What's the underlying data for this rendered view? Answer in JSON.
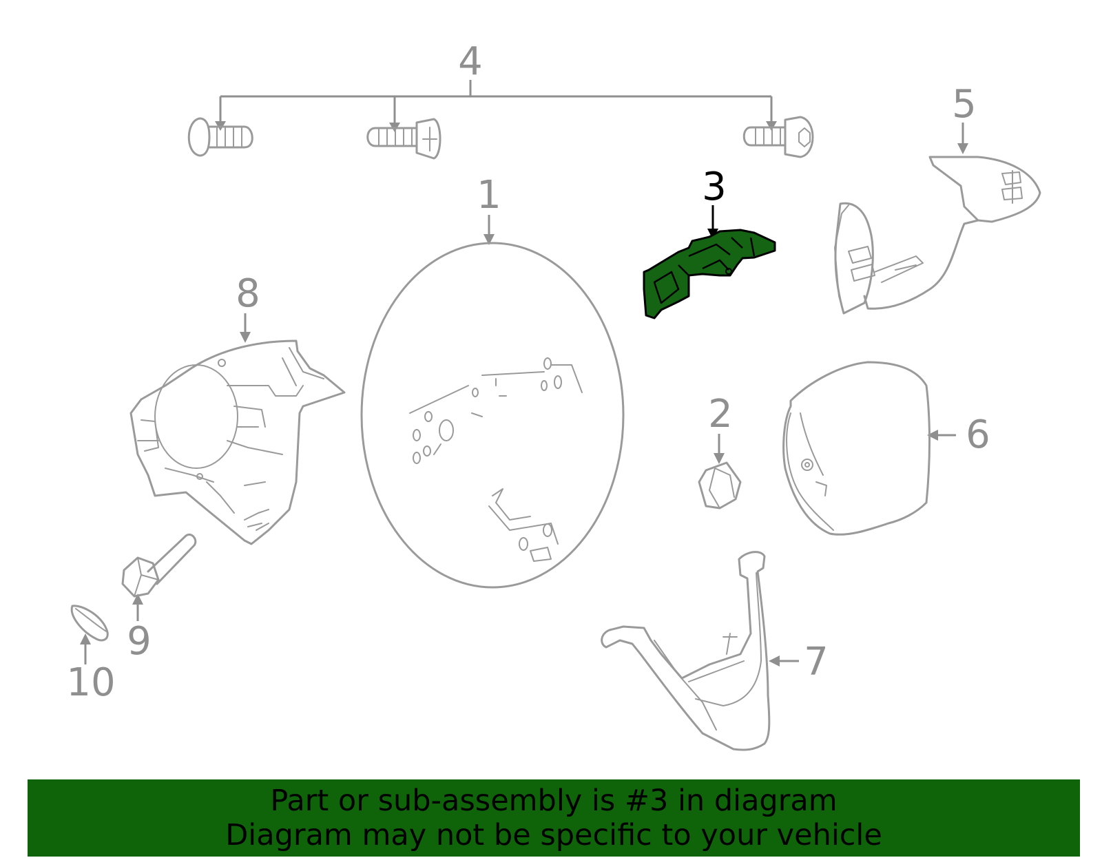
{
  "colors": {
    "highlight": "#146414",
    "banner": "#0f640a",
    "parts": "#9a9a9a",
    "labels": "#8f8f8f"
  },
  "highlighted_part": "3",
  "callouts": {
    "p1": "1",
    "p2": "2",
    "p3": "3",
    "p4": "4",
    "p5": "5",
    "p6": "6",
    "p7": "7",
    "p8": "8",
    "p9": "9",
    "p10": "10"
  },
  "banner": {
    "line1": "Part or sub-assembly is #3 in diagram",
    "line2": "Diagram may not be specific to your vehicle"
  }
}
